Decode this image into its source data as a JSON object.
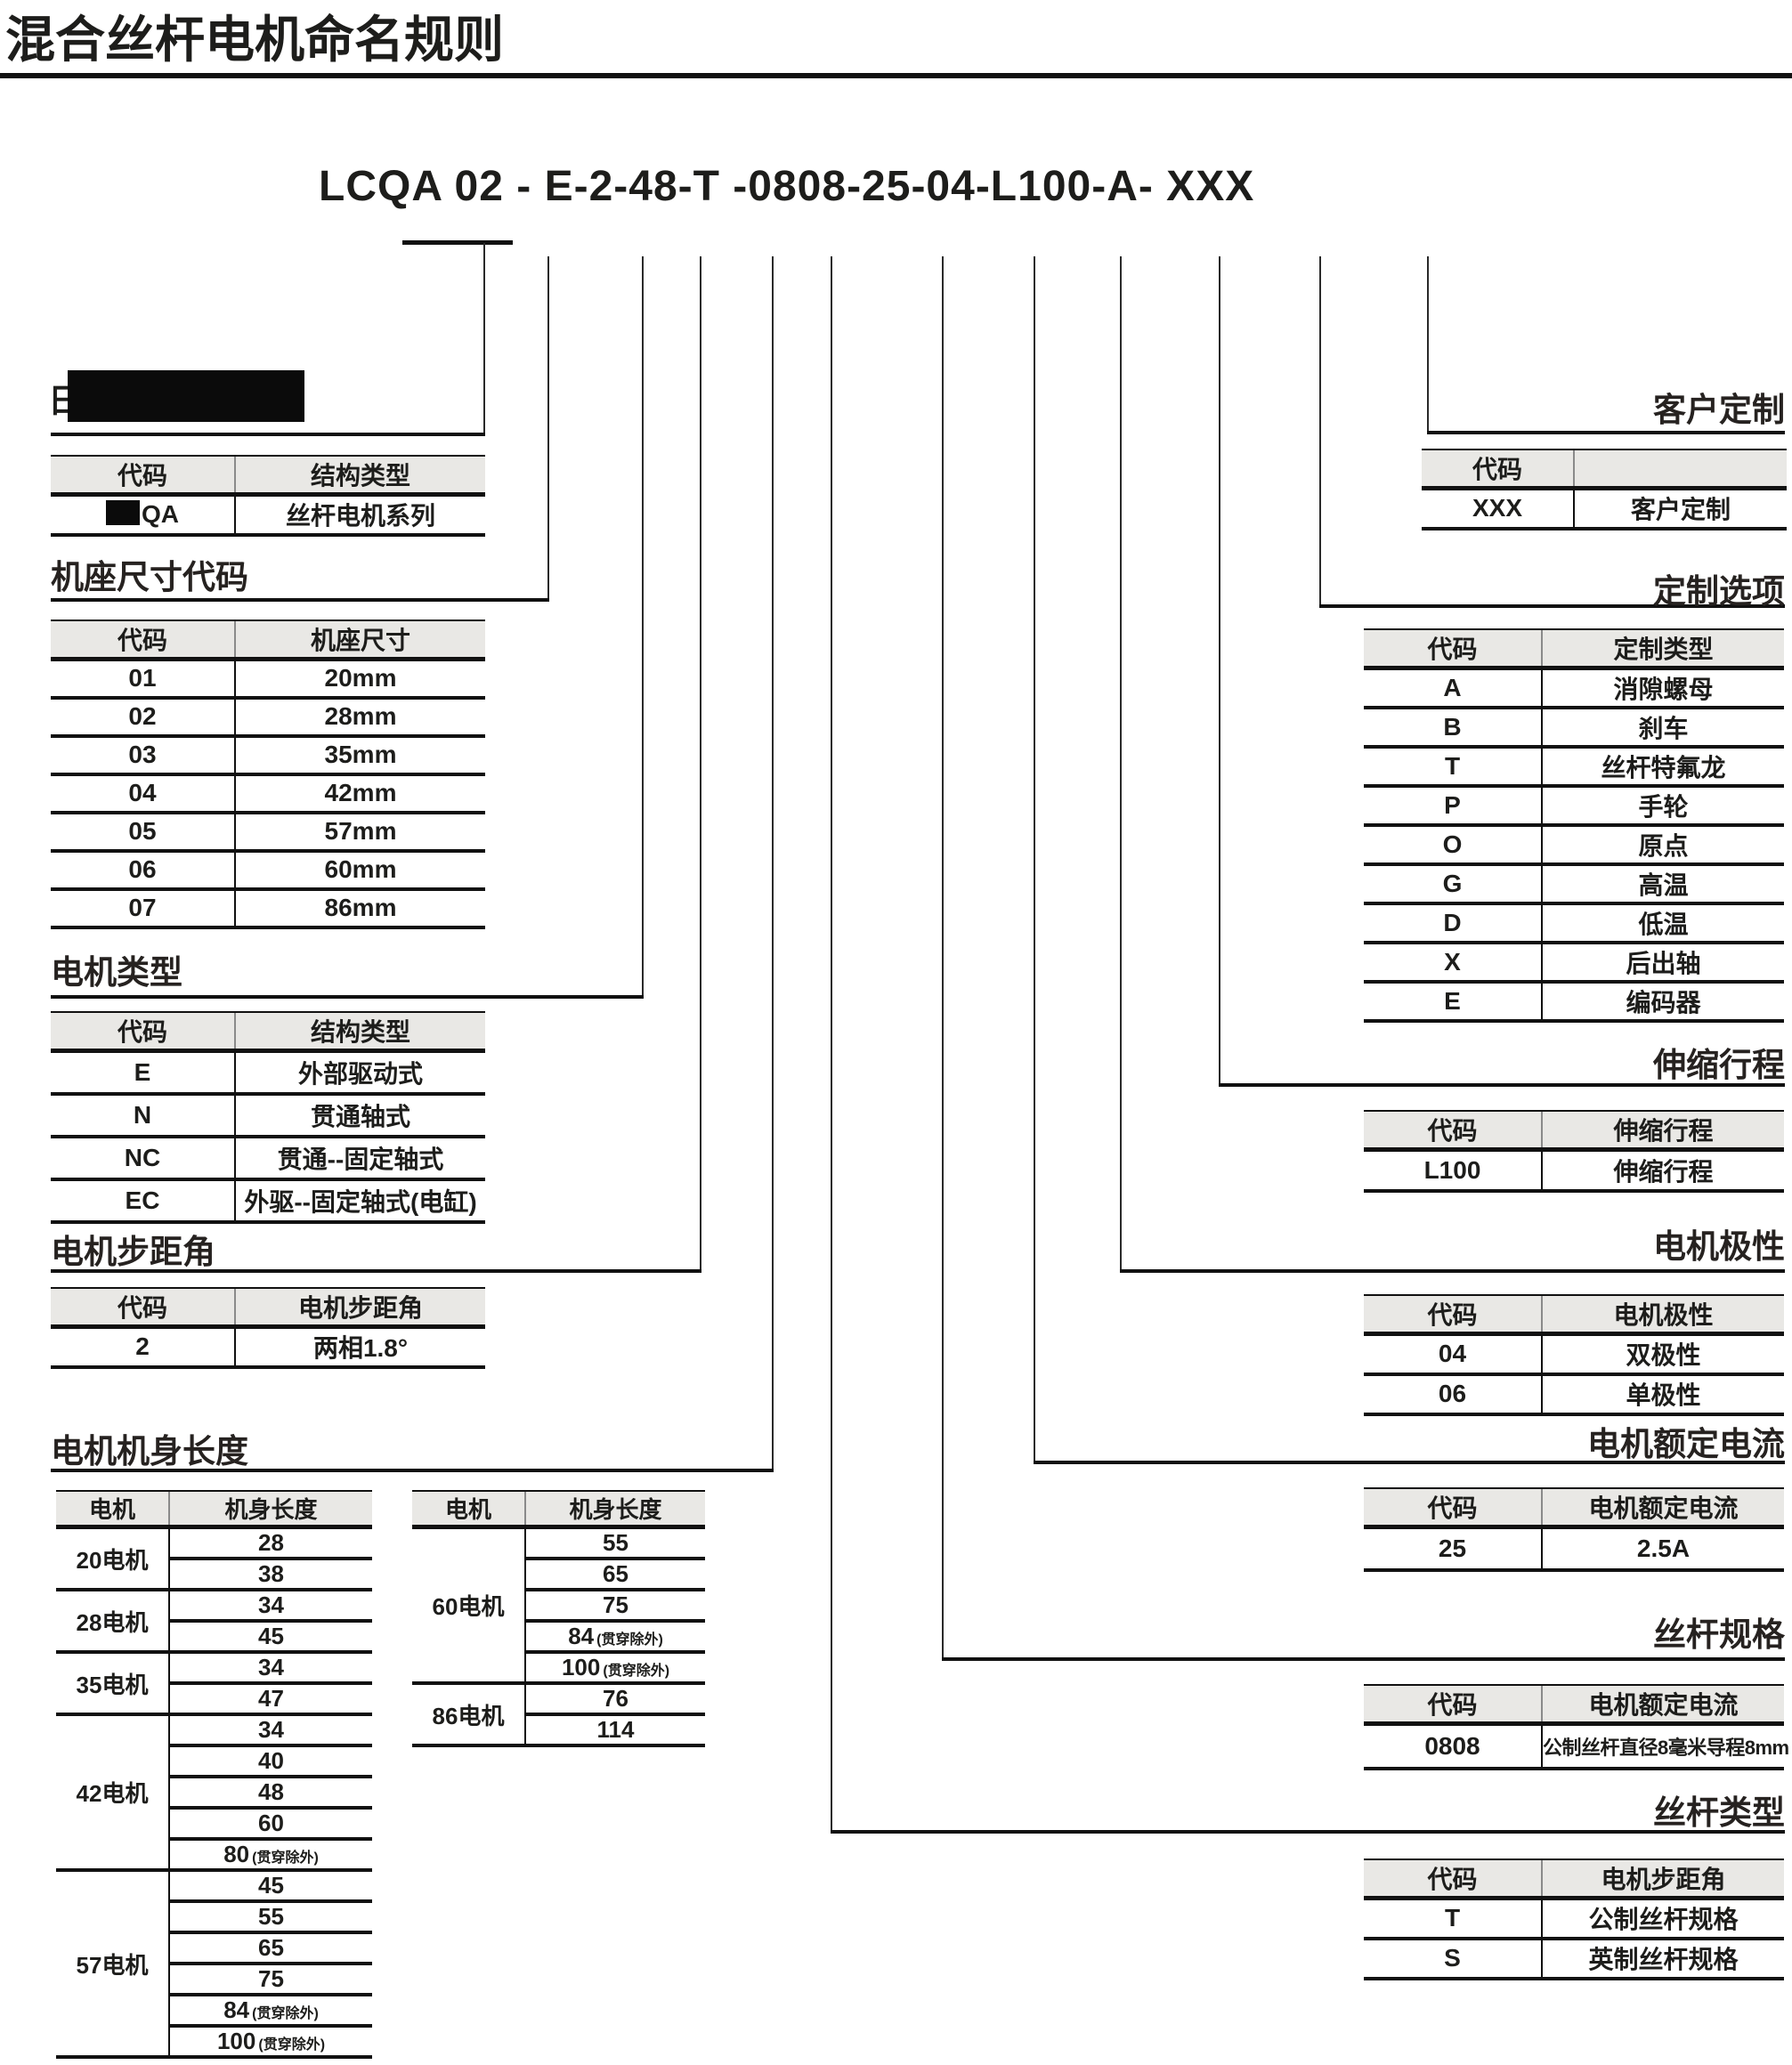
{
  "page": {
    "title": "混合丝杆电机命名规则"
  },
  "model_code": {
    "text": "LCQA 02 - E-2-48-T -0808-25-04-L100-A- XXX"
  },
  "series": {
    "redacted_title_prefix": "日",
    "table": {
      "headers": [
        "代码",
        "结构类型"
      ],
      "redact_first_cell": true,
      "rows": [
        [
          "QA",
          "丝杆电机系列"
        ]
      ]
    }
  },
  "sections": {
    "frame_size": {
      "label": "机座尺寸代码",
      "table": {
        "headers": [
          "代码",
          "机座尺寸"
        ],
        "rows": [
          [
            "01",
            "20mm"
          ],
          [
            "02",
            "28mm"
          ],
          [
            "03",
            "35mm"
          ],
          [
            "04",
            "42mm"
          ],
          [
            "05",
            "57mm"
          ],
          [
            "06",
            "60mm"
          ],
          [
            "07",
            "86mm"
          ]
        ]
      }
    },
    "motor_type": {
      "label": "电机类型",
      "table": {
        "headers": [
          "代码",
          "结构类型"
        ],
        "rows": [
          [
            "E",
            "外部驱动式"
          ],
          [
            "N",
            "贯通轴式"
          ],
          [
            "NC",
            "贯通--固定轴式"
          ],
          [
            "EC",
            "外驱--固定轴式(电缸)"
          ]
        ]
      }
    },
    "step_angle": {
      "label": "电机步距角",
      "table": {
        "headers": [
          "代码",
          "电机步距角"
        ],
        "rows": [
          [
            "2",
            "两相1.8°"
          ]
        ]
      }
    },
    "body_length": {
      "label": "电机机身长度",
      "tables": [
        {
          "headers": [
            "电机",
            "机身长度"
          ],
          "groups": [
            {
              "motor": "20电机",
              "lengths": [
                {
                  "v": "28"
                },
                {
                  "v": "38"
                }
              ]
            },
            {
              "motor": "28电机",
              "lengths": [
                {
                  "v": "34"
                },
                {
                  "v": "45"
                }
              ]
            },
            {
              "motor": "35电机",
              "lengths": [
                {
                  "v": "34"
                },
                {
                  "v": "47"
                }
              ]
            },
            {
              "motor": "42电机",
              "lengths": [
                {
                  "v": "34"
                },
                {
                  "v": "40"
                },
                {
                  "v": "48"
                },
                {
                  "v": "60"
                },
                {
                  "v": "80",
                  "note": "(贯穿除外)"
                }
              ]
            },
            {
              "motor": "57电机",
              "lengths": [
                {
                  "v": "45"
                },
                {
                  "v": "55"
                },
                {
                  "v": "65"
                },
                {
                  "v": "75"
                },
                {
                  "v": "84",
                  "note": "(贯穿除外)"
                },
                {
                  "v": "100",
                  "note": "(贯穿除外)"
                }
              ]
            }
          ]
        },
        {
          "headers": [
            "电机",
            "机身长度"
          ],
          "groups": [
            {
              "motor": "60电机",
              "lengths": [
                {
                  "v": "55"
                },
                {
                  "v": "65"
                },
                {
                  "v": "75"
                },
                {
                  "v": "84",
                  "note": "(贯穿除外)"
                },
                {
                  "v": "100",
                  "note": "(贯穿除外)"
                }
              ]
            },
            {
              "motor": "86电机",
              "lengths": [
                {
                  "v": "76"
                },
                {
                  "v": "114"
                }
              ]
            }
          ]
        }
      ]
    },
    "custom": {
      "label": "客户定制",
      "table": {
        "headers": [
          "代码",
          ""
        ],
        "rows": [
          [
            "XXX",
            "客户定制"
          ]
        ]
      }
    },
    "options": {
      "label": "定制选项",
      "table": {
        "headers": [
          "代码",
          "定制类型"
        ],
        "rows": [
          [
            "A",
            "消隙螺母"
          ],
          [
            "B",
            "刹车"
          ],
          [
            "T",
            "丝杆特氟龙"
          ],
          [
            "P",
            "手轮"
          ],
          [
            "O",
            "原点"
          ],
          [
            "G",
            "高温"
          ],
          [
            "D",
            "低温"
          ],
          [
            "X",
            "后出轴"
          ],
          [
            "E",
            "编码器"
          ]
        ]
      }
    },
    "stroke": {
      "label": "伸缩行程",
      "table": {
        "headers": [
          "代码",
          "伸缩行程"
        ],
        "rows": [
          [
            "L100",
            "伸缩行程"
          ]
        ]
      }
    },
    "polarity": {
      "label": "电机极性",
      "table": {
        "headers": [
          "代码",
          "电机极性"
        ],
        "rows": [
          [
            "04",
            "双极性"
          ],
          [
            "06",
            "单极性"
          ]
        ]
      }
    },
    "current": {
      "label": "电机额定电流",
      "table": {
        "headers": [
          "代码",
          "电机额定电流"
        ],
        "rows": [
          [
            "25",
            "2.5A"
          ]
        ]
      }
    },
    "screw_spec": {
      "label": "丝杆规格",
      "table": {
        "headers": [
          "代码",
          "电机额定电流"
        ],
        "rows": [
          [
            "0808",
            "公制丝杆直径8毫米导程8mm"
          ]
        ]
      }
    },
    "screw_type": {
      "label": "丝杆类型",
      "table": {
        "headers": [
          "代码",
          "电机步距角"
        ],
        "rows": [
          [
            "T",
            "公制丝杆规格"
          ],
          [
            "S",
            "英制丝杆规格"
          ]
        ]
      }
    }
  }
}
